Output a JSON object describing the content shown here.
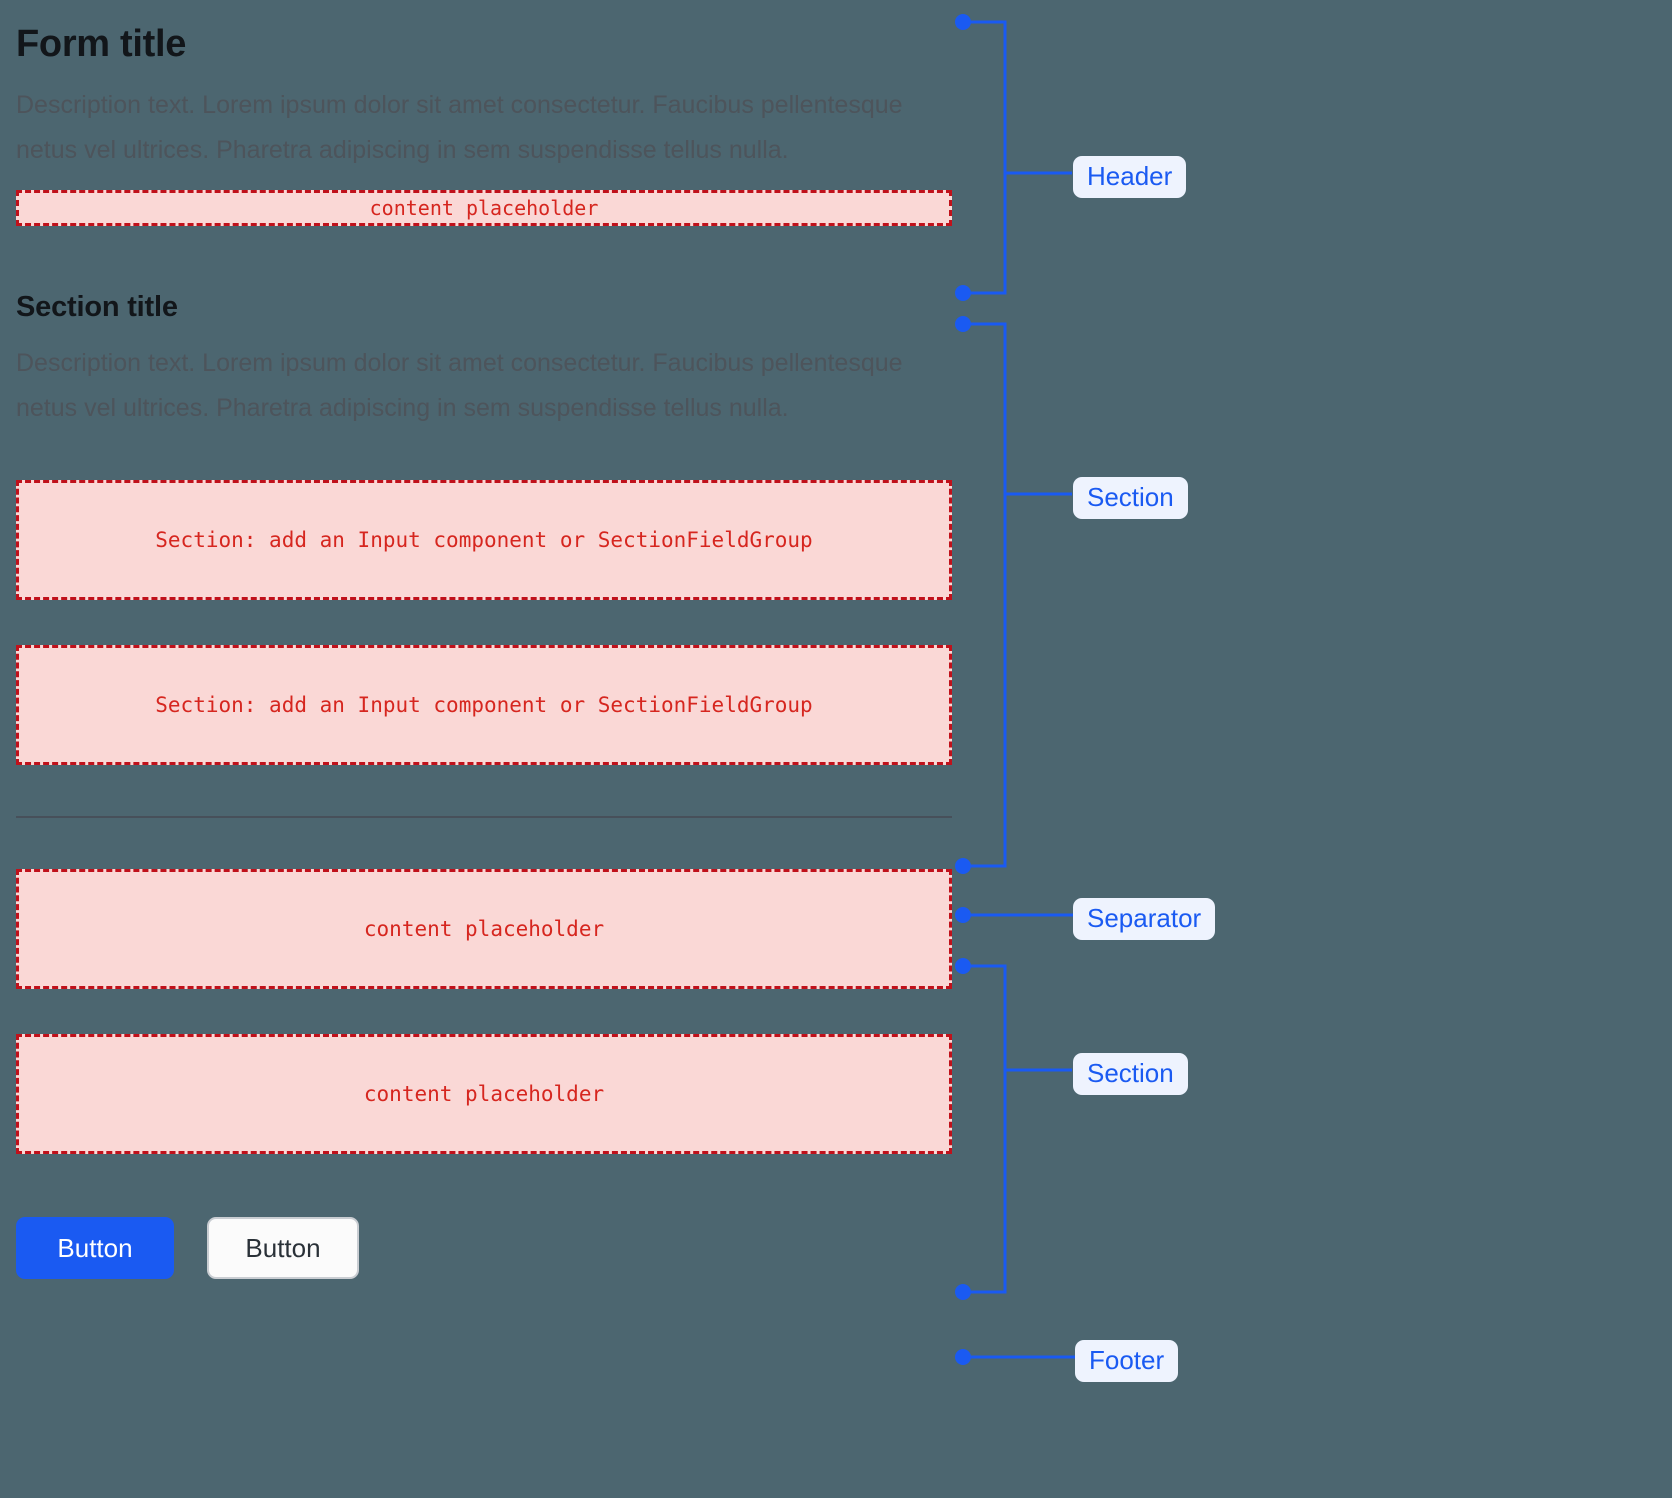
{
  "background_color": "#4c6670",
  "accent_color": "#1a5af2",
  "placeholder_color": "#d6261f",
  "placeholder_fill": "#fad8d6",
  "header": {
    "title": "Form title",
    "description": "Description text. Lorem ipsum dolor sit amet consectetur. Faucibus pellentesque netus vel ultrices. Pharetra adipiscing in sem suspendisse tellus nulla.",
    "placeholder": "content placeholder"
  },
  "section_one": {
    "title": "Section title",
    "description": "Description text. Lorem ipsum dolor sit amet consectetur. Faucibus pellentesque netus vel ultrices. Pharetra adipiscing in sem suspendisse tellus nulla.",
    "placeholders": [
      "Section: add an Input component or SectionFieldGroup",
      "Section: add an Input component or SectionFieldGroup"
    ]
  },
  "section_two": {
    "placeholders": [
      "content placeholder",
      "content placeholder"
    ]
  },
  "footer": {
    "primary_button": "Button",
    "secondary_button": "Button"
  },
  "annotations": [
    {
      "label": "Header"
    },
    {
      "label": "Section"
    },
    {
      "label": "Separator"
    },
    {
      "label": "Section"
    },
    {
      "label": "Footer"
    }
  ]
}
